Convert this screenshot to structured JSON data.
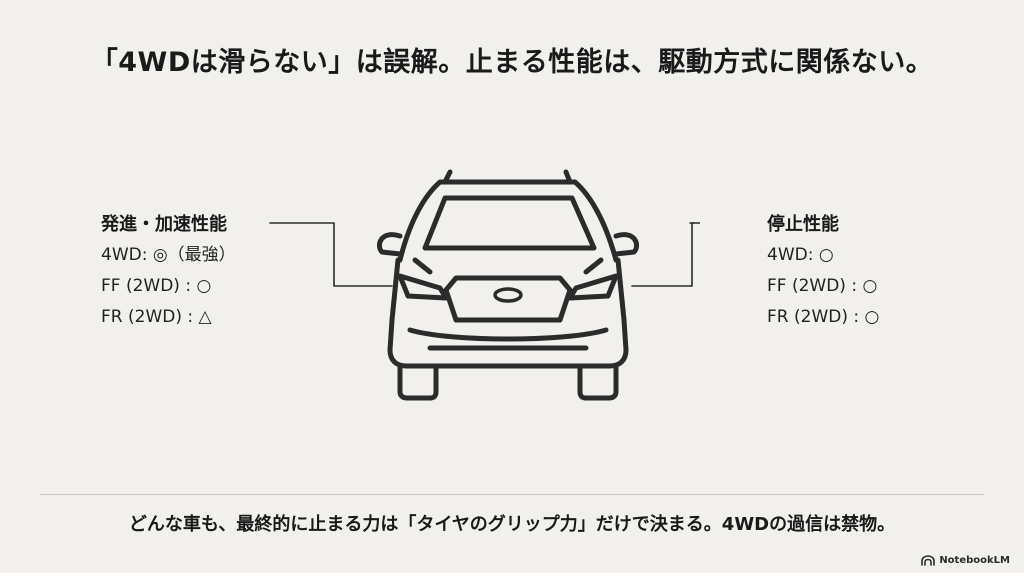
{
  "title": "「4WDは滑らない」は誤解。止まる性能は、駆動方式に関係ない。",
  "left_panel": {
    "heading": "発進・加速性能",
    "lines": [
      "4WD: ◎（最強）",
      "FF (2WD) : ○",
      "FR (2WD) : △"
    ]
  },
  "right_panel": {
    "heading": "停止性能",
    "lines": [
      "4WD: ○",
      "FF (2WD) : ○",
      "FR (2WD) : ○"
    ]
  },
  "footer": "どんな車も、最終的に止まる力は「タイヤのグリップ力」だけで決まる。4WDの過信は禁物。",
  "brand": {
    "name": "NotebookLM",
    "icon": "notebooklm-logo-icon"
  },
  "colors": {
    "background": "#f1f0ec",
    "ink": "#1e1e1e",
    "line": "#2b2b2b"
  },
  "illustration": {
    "icon": "car-front-icon"
  }
}
